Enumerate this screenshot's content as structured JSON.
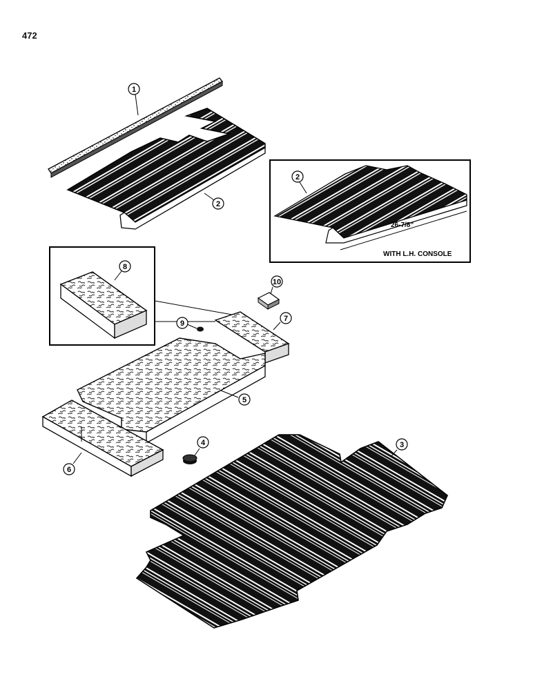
{
  "page_number": "472",
  "inset_console": {
    "dimension": "26-7/8\"",
    "caption": "WITH L.H. CONSOLE"
  },
  "callouts": {
    "c1": "1",
    "c2": "2",
    "c2b": "2",
    "c3": "3",
    "c4": "4",
    "c5": "5",
    "c6": "6",
    "c7": "7",
    "c8": "8",
    "c9": "9",
    "c10": "10"
  }
}
